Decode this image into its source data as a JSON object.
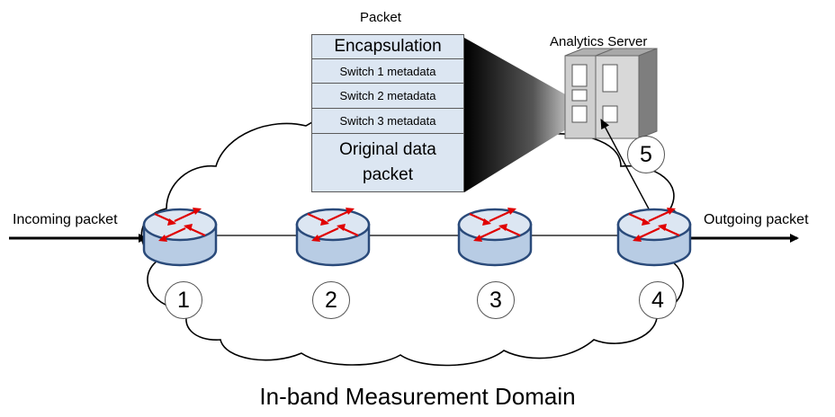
{
  "packet": {
    "title": "Packet",
    "rows": {
      "encapsulation": "Encapsulation",
      "switch1": "Switch 1 metadata",
      "switch2": "Switch 2 metadata",
      "switch3": "Switch 3 metadata",
      "original": "Original data packet"
    }
  },
  "server": {
    "label": "Analytics Server"
  },
  "labels": {
    "incoming": "Incoming packet",
    "outgoing": "Outgoing packet",
    "domain": "In-band Measurement Domain"
  },
  "numbers": {
    "n1": "1",
    "n2": "2",
    "n3": "3",
    "n4": "4",
    "n5": "5"
  },
  "colors": {
    "router_body": "#b8cce4",
    "router_top": "#dce6f2",
    "router_outline": "#1f3b66",
    "arrow_red": "#e00000",
    "packet_fill": "#dce6f2"
  }
}
